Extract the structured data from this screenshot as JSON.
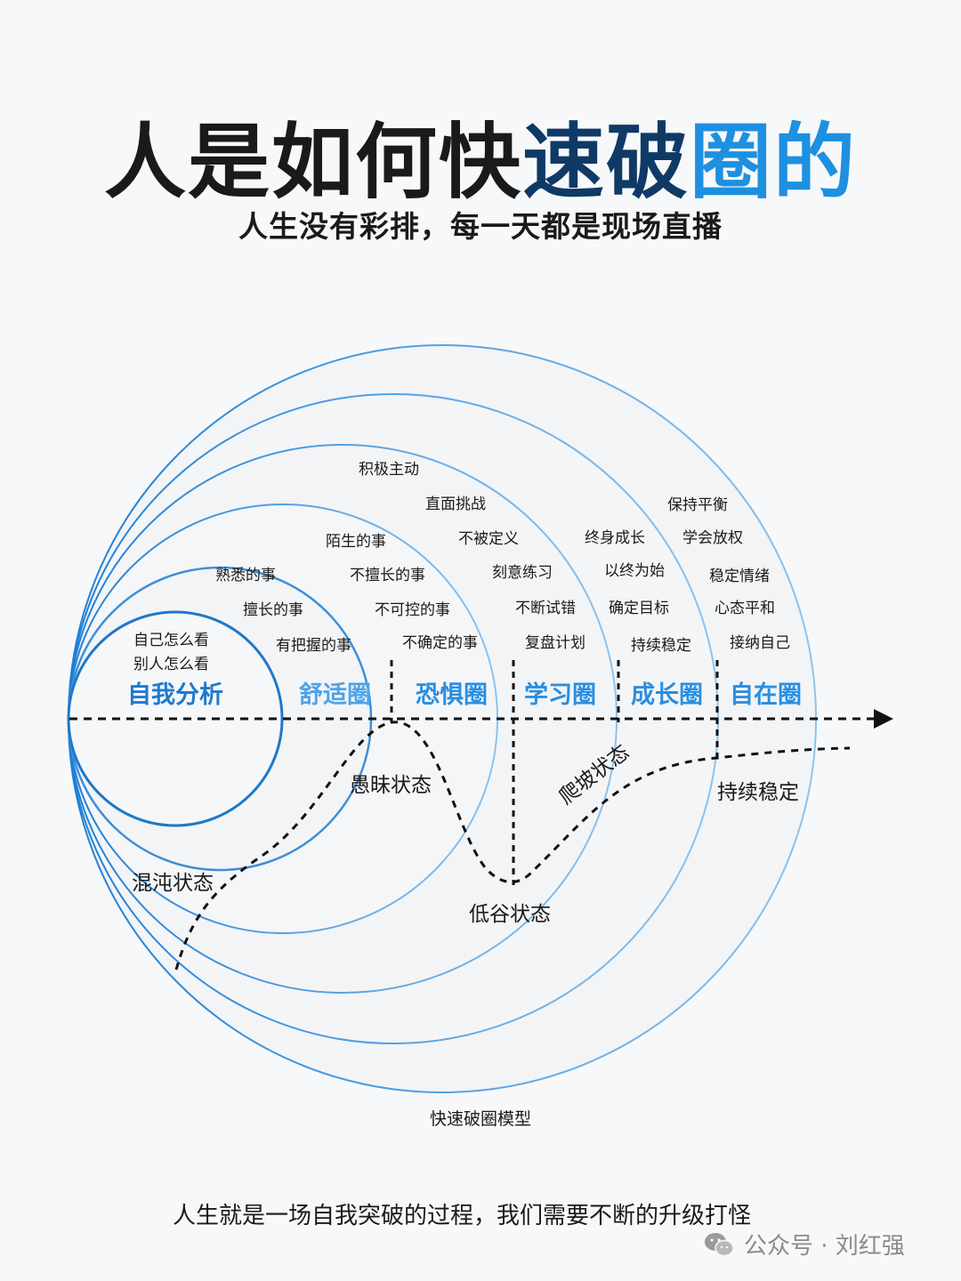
{
  "title": {
    "part_dark": "人是如何快",
    "part_navy": "速破",
    "part_blue": "圈的"
  },
  "subtitle": "人生没有彩排，每一天都是现场直播",
  "colors": {
    "dark": "#1a1a1a",
    "navy": "#0f3a66",
    "blue": "#1e90e0",
    "ring": "#5aa6e6"
  },
  "circles": [
    {
      "name": "自我分析",
      "items": [
        "自己怎么看",
        "别人怎么看"
      ]
    },
    {
      "name": "舒适圈",
      "items": [
        "熟悉的事",
        "擅长的事",
        "有把握的事"
      ]
    },
    {
      "name": "恐惧圈",
      "items": [
        "陌生的事",
        "不擅长的事",
        "不可控的事",
        "不确定的事"
      ]
    },
    {
      "name": "学习圈",
      "items": [
        "积极主动",
        "直面挑战",
        "不被定义",
        "刻意练习",
        "不断试错",
        "复盘计划"
      ]
    },
    {
      "name": "成长圈",
      "items": [
        "终身成长",
        "以终为始",
        "确定目标",
        "持续稳定"
      ]
    },
    {
      "name": "自在圈",
      "items": [
        "保持平衡",
        "学会放权",
        "稳定情绪",
        "心态平和",
        "接纳自己"
      ]
    }
  ],
  "states": {
    "chaos": "混沌状态",
    "ignorance": "愚昧状态",
    "valley": "低谷状态",
    "climbing": "爬坡状态",
    "stable": "持续稳定"
  },
  "model_caption": "快速破圈模型",
  "footer": "人生就是一场自我突破的过程，我们需要不断的升级打怪",
  "watermark": {
    "icon": "wechat-icon",
    "text": "公众号 · 刘红强"
  }
}
